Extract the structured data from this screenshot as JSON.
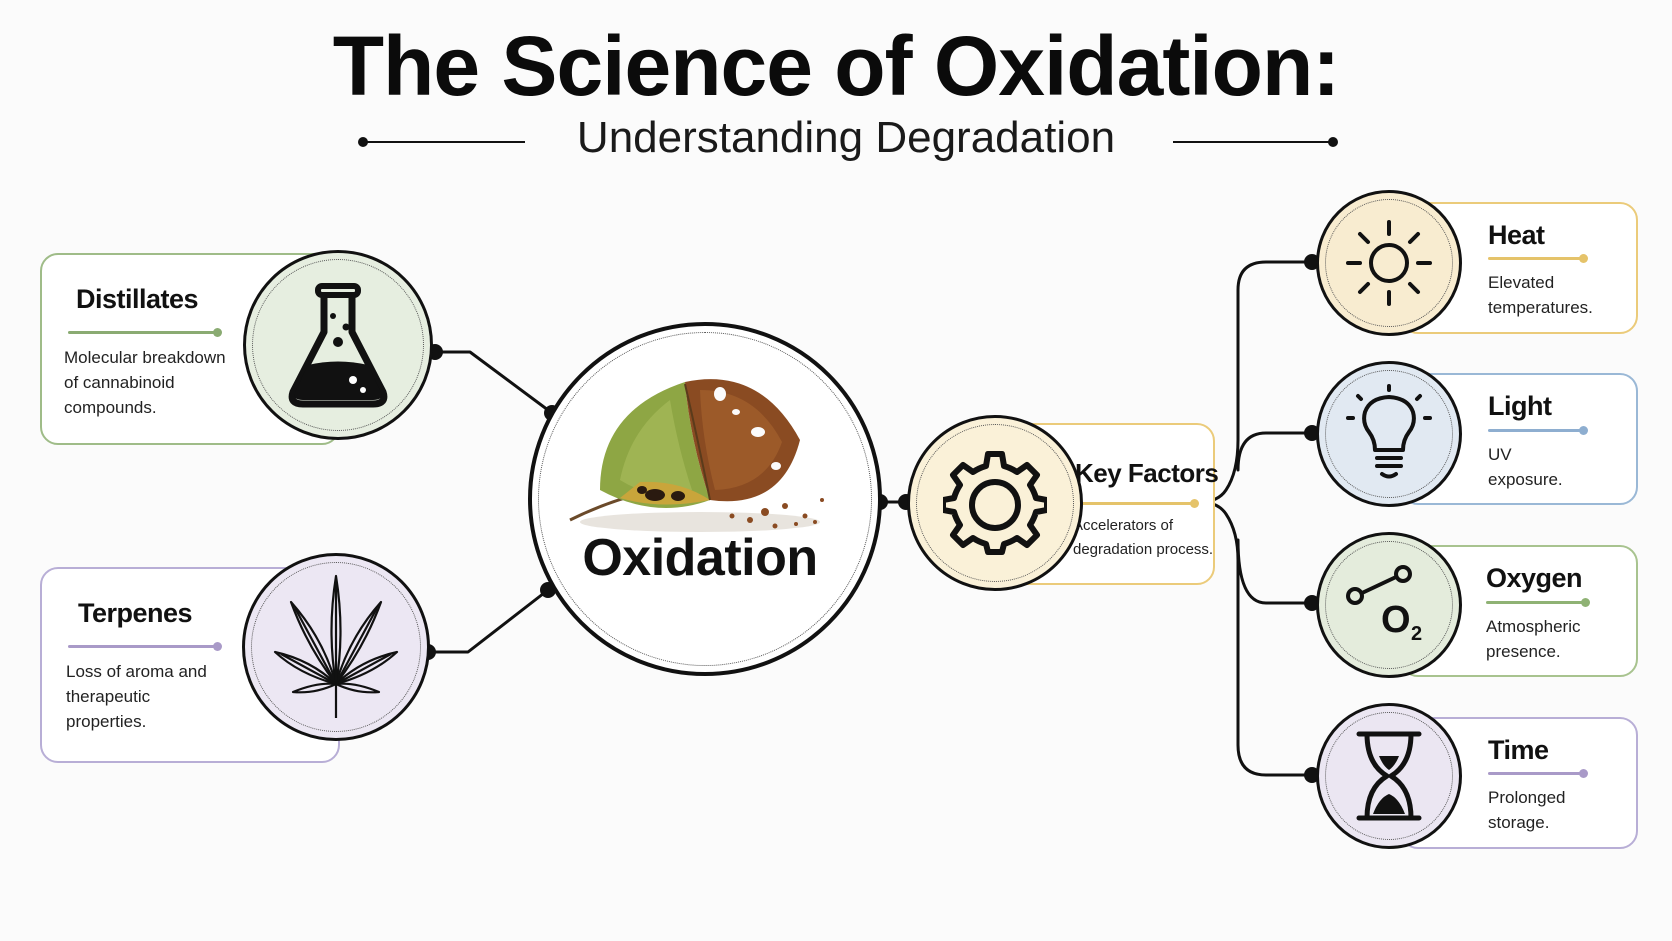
{
  "header": {
    "title": "The Science of Oxidation:",
    "subtitle": "Understanding Degradation"
  },
  "center": {
    "label": "Oxidation",
    "image": "leaf-decay"
  },
  "left_nodes": [
    {
      "title": "Distillates",
      "desc": [
        "Molecular breakdown",
        "of cannabinoid",
        "compounds."
      ],
      "icon": "flask-icon",
      "accent": "#8aab72",
      "tint": "#e6eee0"
    },
    {
      "title": "Terpenes",
      "desc": [
        "Loss of aroma and",
        "therapeutic",
        "properties."
      ],
      "icon": "cannabis-leaf-icon",
      "accent": "#a99ac8",
      "tint": "#ece7f3"
    }
  ],
  "hub": {
    "title": "Key Factors",
    "desc": [
      "Accelerators of",
      "degradation process."
    ],
    "icon": "gear-icon",
    "accent": "#e5c36a",
    "tint": "#faf1d8"
  },
  "factors": [
    {
      "title": "Heat",
      "desc": [
        "Elevated",
        "temperatures."
      ],
      "icon": "sun-icon",
      "accent": "#e5c36a",
      "tint": "#f8ecd0"
    },
    {
      "title": "Light",
      "desc": [
        "UV",
        "exposure."
      ],
      "icon": "lightbulb-icon",
      "accent": "#8eaed0",
      "tint": "#e1e9f2"
    },
    {
      "title": "Oxygen",
      "desc": [
        "Atmospheric",
        "presence."
      ],
      "icon": "oxygen-molecule-icon",
      "accent": "#8fb274",
      "tint": "#e4ecdc",
      "icon_text": "O",
      "icon_sub": "2"
    },
    {
      "title": "Time",
      "desc": [
        "Prolonged",
        "storage."
      ],
      "icon": "hourglass-icon",
      "accent": "#a99ac8",
      "tint": "#ebe6f2"
    }
  ]
}
